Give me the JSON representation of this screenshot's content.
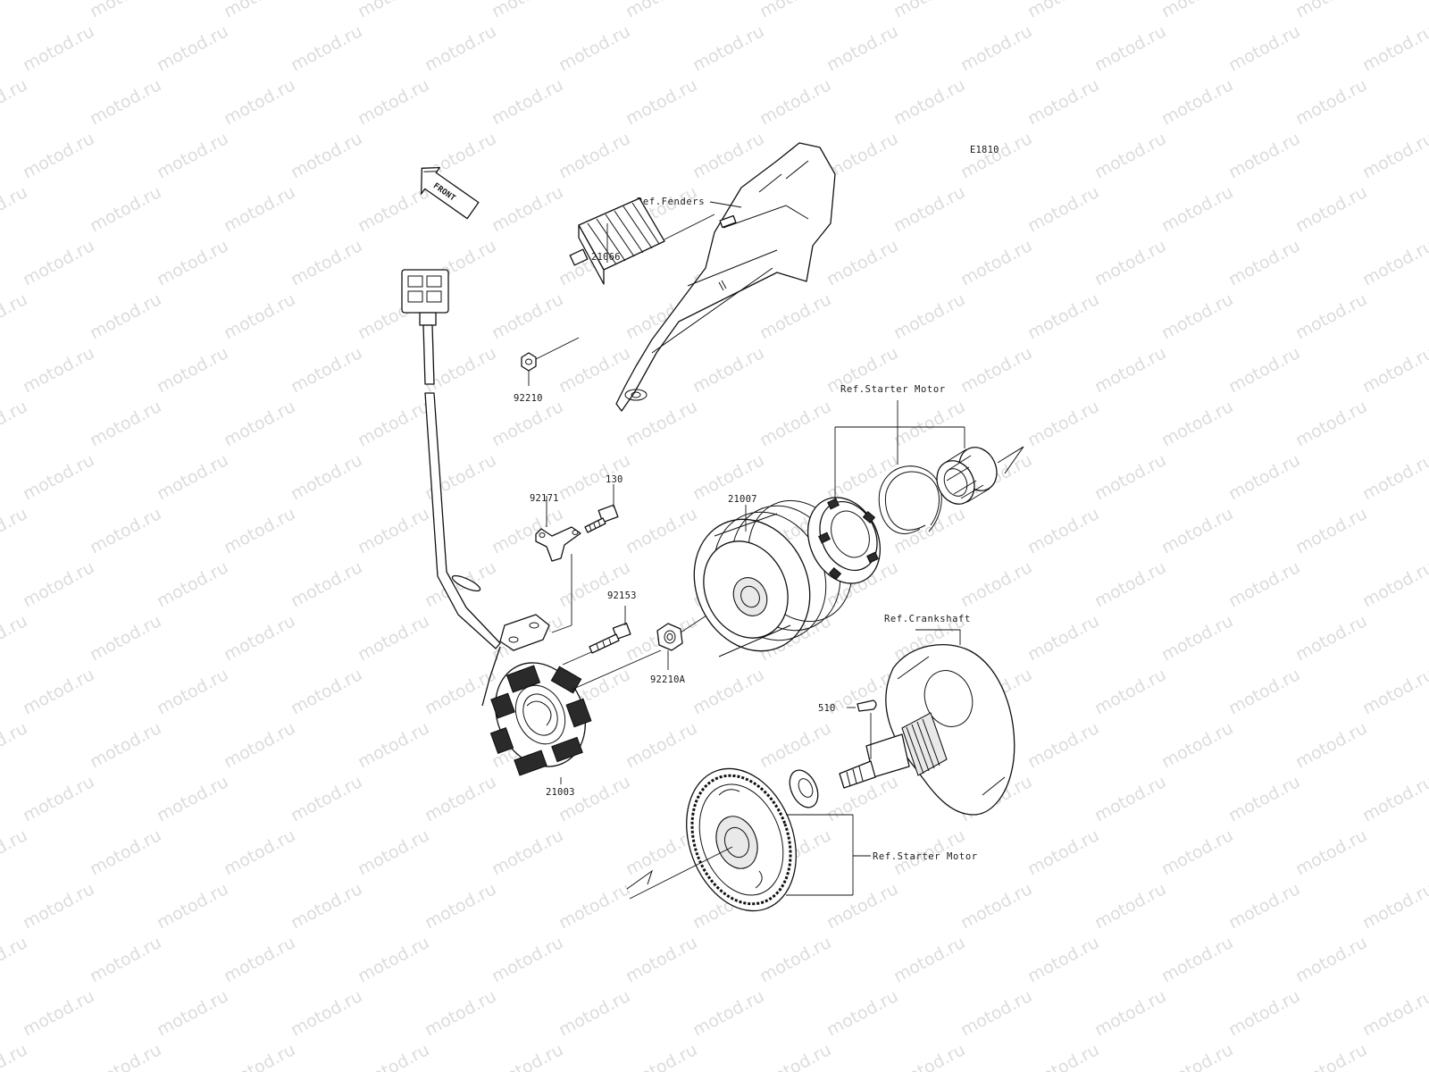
{
  "diagram_code": "E1810",
  "watermark_text": "motod.ru",
  "front_arrow_label": "FRONT",
  "part_numbers": {
    "regulator": "21066",
    "regulator_nut": "92210",
    "clamp": "92171",
    "clamp_bolt": "130",
    "stator_bolt": "92153",
    "rotor": "21007",
    "rotor_nut": "92210A",
    "stator": "21003",
    "key": "510"
  },
  "references": {
    "fenders": "Ref.Fenders",
    "starter_motor_top": "Ref.Starter Motor",
    "crankshaft": "Ref.Crankshaft",
    "starter_motor_bottom": "Ref.Starter Motor"
  }
}
